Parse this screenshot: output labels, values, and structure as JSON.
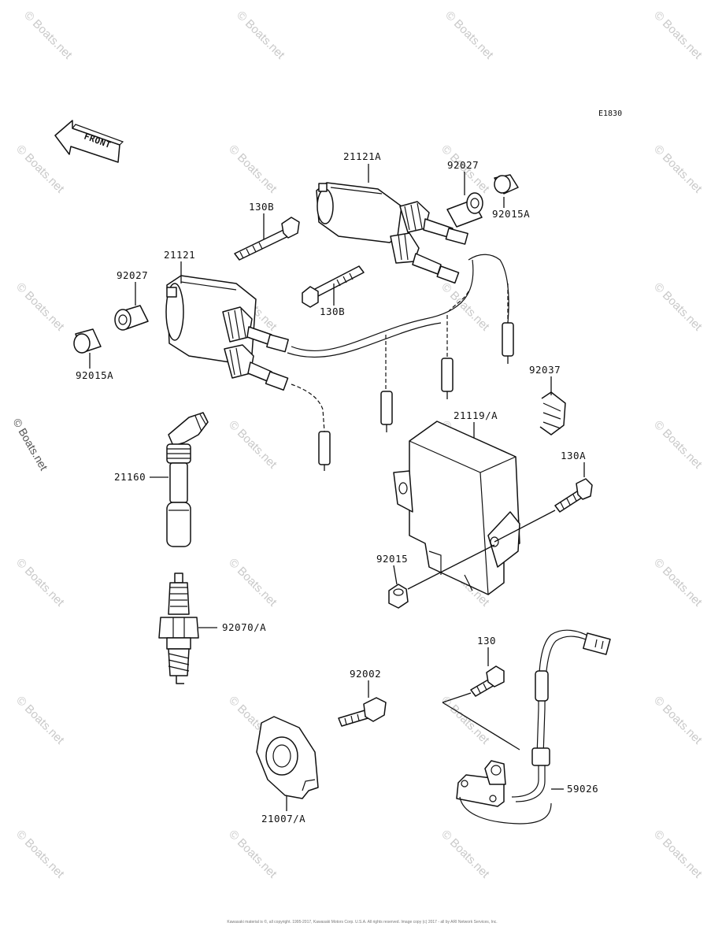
{
  "diagram": {
    "code": "E1830",
    "front_label": "FRONT",
    "watermark": "© Boats.net",
    "footer": "Kawasaki material is ©, all copyright. 1995-2017, Kawasaki Motors Corp. U.S.A. All rights reserved. Image copy (c) 2017 - all by ARI Network Services, Inc."
  },
  "callouts": [
    {
      "id": "21121A",
      "text": "21121A"
    },
    {
      "id": "92027-r",
      "text": "92027"
    },
    {
      "id": "92015A-r",
      "text": "92015A"
    },
    {
      "id": "130B-top",
      "text": "130B"
    },
    {
      "id": "21121",
      "text": "21121"
    },
    {
      "id": "92027-l",
      "text": "92027"
    },
    {
      "id": "130B-mid",
      "text": "130B"
    },
    {
      "id": "92015A-l",
      "text": "92015A"
    },
    {
      "id": "92037",
      "text": "92037"
    },
    {
      "id": "21119A",
      "text": "21119/A"
    },
    {
      "id": "130A",
      "text": "130A"
    },
    {
      "id": "21160",
      "text": "21160"
    },
    {
      "id": "92015",
      "text": "92015"
    },
    {
      "id": "92070A",
      "text": "92070/A"
    },
    {
      "id": "130",
      "text": "130"
    },
    {
      "id": "92002",
      "text": "92002"
    },
    {
      "id": "59026",
      "text": "59026"
    },
    {
      "id": "21007A",
      "text": "21007/A"
    }
  ]
}
